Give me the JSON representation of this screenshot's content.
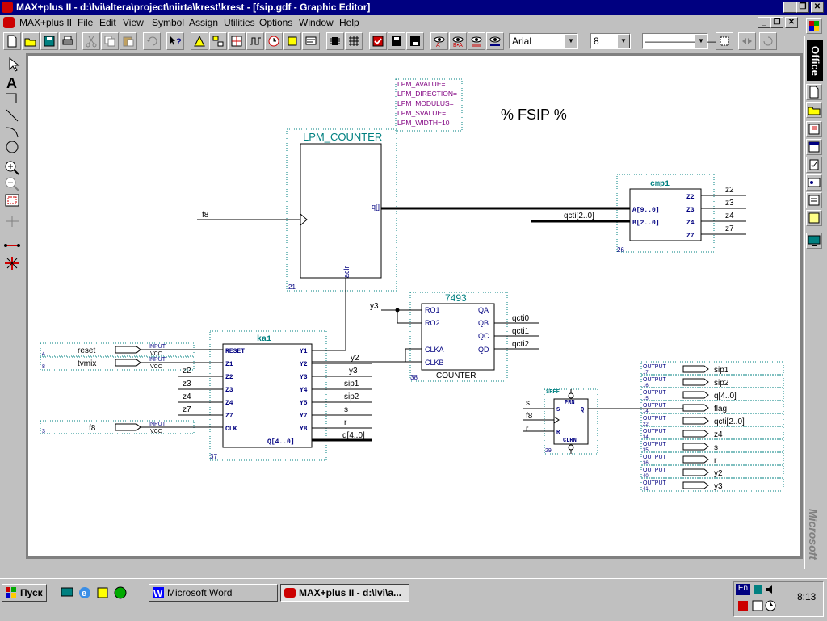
{
  "window": {
    "title": "MAX+plus II - d:\\lvi\\altera\\project\\niirta\\krest\\krest - [fsip.gdf - Graphic Editor]",
    "menubar_app_label": "MAX+plus II"
  },
  "menu": [
    "File",
    "Edit",
    "View",
    "Symbol",
    "Assign",
    "Utilities",
    "Options",
    "Window",
    "Help"
  ],
  "toolbar": {
    "font": "Arial",
    "font_size": "8",
    "line_style": "————————"
  },
  "office_bar": {
    "title": "Office",
    "vendor": "Microsoft"
  },
  "schematic": {
    "title_text": "% FSIP %",
    "lpm_params": [
      "LPM_AVALUE=",
      "LPM_DIRECTION=",
      "LPM_MODULUS=",
      "LPM_SVALUE=",
      "LPM_WIDTH=10"
    ],
    "lpm_counter": {
      "name": "LPM_COUNTER",
      "port_q": "q[]",
      "port_aclr": "aclr",
      "id": "21",
      "net_in": "f8"
    },
    "cmp": {
      "name": "cmp1",
      "in_a": "A[9..0]",
      "in_b": "B[2..0]",
      "outs": [
        "Z2",
        "Z3",
        "Z4",
        "Z7"
      ],
      "out_nets": [
        "z2",
        "z3",
        "z4",
        "z7"
      ],
      "net_b": "qcti[2..0]",
      "id": "26"
    },
    "c7493": {
      "name": "7493",
      "ins": [
        "RO1",
        "RO2",
        "CLKA",
        "CLKB"
      ],
      "outs": [
        "QA",
        "QB",
        "QC",
        "QD"
      ],
      "out_nets": [
        "qcti0",
        "qcti1",
        "qcti2"
      ],
      "footer": "COUNTER",
      "id": "38",
      "net_y3": "y3",
      "net_y2": "y2"
    },
    "ka1": {
      "name": "ka1",
      "ins": [
        "RESET",
        "Z1",
        "Z2",
        "Z3",
        "Z4",
        "Z7",
        "CLK"
      ],
      "outs": [
        "Y1",
        "Y2",
        "Y3",
        "Y4",
        "Y5",
        "Y7",
        "Y8",
        "Q[4..0]"
      ],
      "in_nets": [
        "z2",
        "z3",
        "z4",
        "z7"
      ],
      "out_nets": [
        "y2",
        "y3",
        "sip1",
        "sip2",
        "s",
        "r",
        "q[4..0]"
      ],
      "id": "37"
    },
    "inputs": [
      {
        "name": "reset",
        "tag": "INPUT",
        "vcc": "VCC",
        "id": "4"
      },
      {
        "name": "tvmix",
        "tag": "INPUT",
        "vcc": "VCC",
        "id": "8"
      },
      {
        "name": "f8",
        "tag": "INPUT",
        "vcc": "VCC",
        "id": "3"
      }
    ],
    "srff": {
      "name": "SRFF",
      "prn": "PRN",
      "clrn": "CLRN",
      "s": "S",
      "r": "R",
      "q": "Q",
      "in_nets": [
        "s",
        "f8",
        "r"
      ],
      "id": "29"
    },
    "outputs": [
      {
        "name": "sip1",
        "id": "17"
      },
      {
        "name": "sip2",
        "id": "16"
      },
      {
        "name": "q[4..0]",
        "id": "15"
      },
      {
        "name": "flag",
        "id": "14"
      },
      {
        "name": "qcti[2..0]",
        "id": "22"
      },
      {
        "name": "z4",
        "id": "34"
      },
      {
        "name": "s",
        "id": "35"
      },
      {
        "name": "r",
        "id": "36"
      },
      {
        "name": "y2",
        "id": "40"
      },
      {
        "name": "y3",
        "id": "41"
      }
    ],
    "output_tag": "OUTPUT"
  },
  "taskbar": {
    "start": "Пуск",
    "tasks": [
      "Microsoft Word",
      "MAX+plus II - d:\\lvi\\a..."
    ],
    "clock": "8:13",
    "lang": "En"
  }
}
